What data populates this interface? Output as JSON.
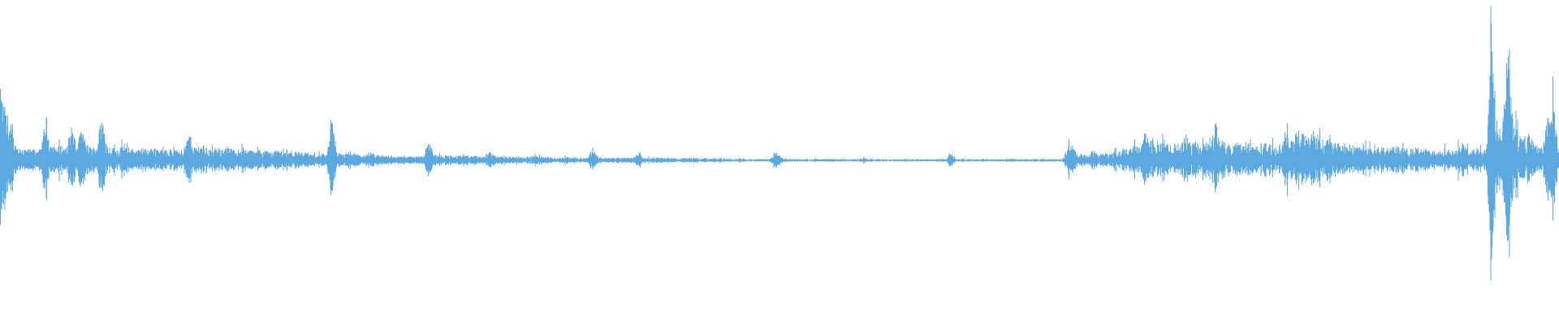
{
  "waveform": {
    "color": "#5ca9e2",
    "background": "#ffffff",
    "amplitude_envelope": [
      0.55,
      0.4,
      0.3,
      0.12,
      0.1,
      0.09,
      0.08,
      0.09,
      0.08,
      0.35,
      0.12,
      0.1,
      0.12,
      0.09,
      0.28,
      0.1,
      0.25,
      0.12,
      0.1,
      0.12,
      0.38,
      0.12,
      0.1,
      0.09,
      0.11,
      0.1,
      0.09,
      0.08,
      0.09,
      0.09,
      0.1,
      0.09,
      0.08,
      0.09,
      0.08,
      0.08,
      0.09,
      0.22,
      0.1,
      0.12,
      0.11,
      0.09,
      0.08,
      0.08,
      0.1,
      0.09,
      0.08,
      0.09,
      0.08,
      0.08,
      0.07,
      0.08,
      0.08,
      0.07,
      0.08,
      0.07,
      0.07,
      0.06,
      0.07,
      0.06,
      0.06,
      0.05,
      0.05,
      0.05,
      0.04,
      0.33,
      0.06,
      0.05,
      0.05,
      0.06,
      0.05,
      0.04,
      0.04,
      0.05,
      0.04,
      0.04,
      0.04,
      0.03,
      0.03,
      0.03,
      0.03,
      0.03,
      0.03,
      0.04,
      0.2,
      0.05,
      0.04,
      0.04,
      0.04,
      0.03,
      0.04,
      0.04,
      0.03,
      0.04,
      0.03,
      0.03,
      0.08,
      0.03,
      0.03,
      0.03,
      0.03,
      0.03,
      0.03,
      0.02,
      0.03,
      0.04,
      0.03,
      0.03,
      0.02,
      0.02,
      0.02,
      0.03,
      0.02,
      0.02,
      0.02,
      0.02,
      0.1,
      0.03,
      0.02,
      0.02,
      0.02,
      0.02,
      0.02,
      0.02,
      0.02,
      0.07,
      0.02,
      0.02,
      0.02,
      0.02,
      0.02,
      0.02,
      0.02,
      0.01,
      0.02,
      0.02,
      0.02,
      0.01,
      0.02,
      0.01,
      0.02,
      0.02,
      0.01,
      0.01,
      0.01,
      0.02,
      0.01,
      0.01,
      0.01,
      0.01,
      0.01,
      0.02,
      0.07,
      0.02,
      0.01,
      0.01,
      0.01,
      0.01,
      0.01,
      0.01,
      0.01,
      0.01,
      0.01,
      0.01,
      0.01,
      0.01,
      0.01,
      0.01,
      0.01,
      0.02,
      0.01,
      0.01,
      0.01,
      0.01,
      0.01,
      0.01,
      0.01,
      0.01,
      0.01,
      0.01,
      0.01,
      0.01,
      0.01,
      0.01,
      0.01,
      0.01,
      0.07,
      0.01,
      0.01,
      0.01,
      0.01,
      0.01,
      0.01,
      0.01,
      0.01,
      0.01,
      0.01,
      0.01,
      0.01,
      0.01,
      0.01,
      0.01,
      0.01,
      0.01,
      0.01,
      0.01,
      0.01,
      0.01,
      0.01,
      0.12,
      0.1,
      0.04,
      0.05,
      0.03,
      0.09,
      0.04,
      0.06,
      0.05,
      0.06,
      0.07,
      0.1,
      0.08,
      0.12,
      0.1,
      0.22,
      0.18,
      0.14,
      0.12,
      0.16,
      0.12,
      0.14,
      0.12,
      0.2,
      0.13,
      0.14,
      0.12,
      0.15,
      0.13,
      0.3,
      0.16,
      0.13,
      0.12,
      0.15,
      0.12,
      0.14,
      0.12,
      0.11,
      0.12,
      0.14,
      0.12,
      0.11,
      0.14,
      0.2,
      0.14,
      0.26,
      0.22,
      0.17,
      0.24,
      0.2,
      0.16,
      0.22,
      0.14,
      0.13,
      0.14,
      0.12,
      0.12,
      0.11,
      0.14,
      0.12,
      0.1,
      0.11,
      0.1,
      0.09,
      0.11,
      0.1,
      0.09,
      0.09,
      0.1,
      0.09,
      0.09,
      0.08,
      0.08,
      0.08,
      0.09,
      0.08,
      0.07,
      0.15,
      0.09,
      0.08,
      0.1,
      0.08,
      0.1,
      0.95,
      0.3,
      0.2,
      0.98,
      0.4,
      0.22,
      0.16,
      0.22,
      0.15,
      0.12,
      0.1,
      0.38,
      0.45,
      0.15
    ],
    "noise_seed": 12345
  }
}
